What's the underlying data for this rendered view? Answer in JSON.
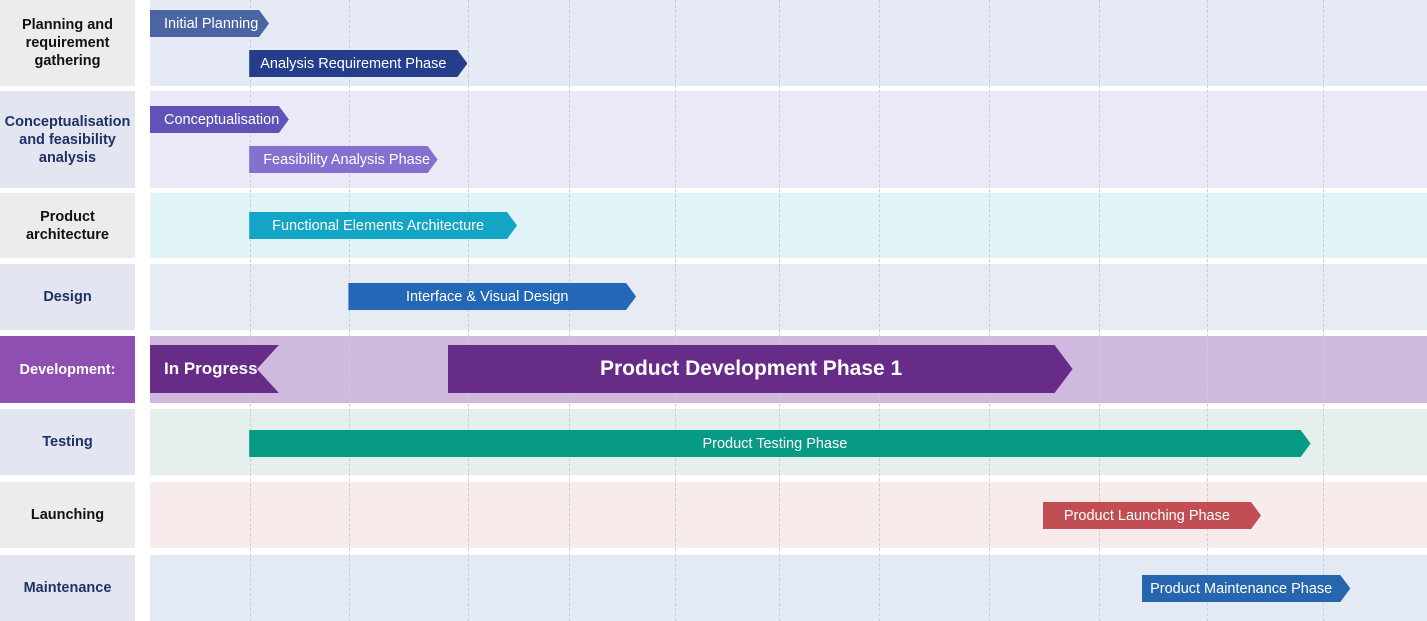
{
  "rows": [
    {
      "label": "Planning and requirement gathering",
      "label_bg": "#ececec",
      "label_color": "#111111",
      "lane_bg": "#e6eaf4"
    },
    {
      "label": "Conceptualisation and feasibility analysis",
      "label_bg": "#e3e6f1",
      "label_color": "#1f3166",
      "lane_bg": "#ebe9f7"
    },
    {
      "label": "Product architecture",
      "label_bg": "#ececec",
      "label_color": "#111111",
      "lane_bg": "#e1f4f7"
    },
    {
      "label": "Design",
      "label_bg": "#e3e6f1",
      "label_color": "#1f3166",
      "lane_bg": "#e7ebf3"
    },
    {
      "label": "Development:",
      "label_bg": "#8e4fb0",
      "label_color": "#ffffff",
      "lane_bg": "#d0b9de"
    },
    {
      "label": "Testing",
      "label_bg": "#e3e6f1",
      "label_color": "#1f3166",
      "lane_bg": "#e5efec"
    },
    {
      "label": "Launching",
      "label_bg": "#ececec",
      "label_color": "#111111",
      "lane_bg": "#f7eceb"
    },
    {
      "label": "Maintenance",
      "label_bg": "#e3e6f1",
      "label_color": "#1f3166",
      "lane_bg": "#e4eaf3"
    }
  ],
  "tasks": [
    {
      "name": "Initial Planning",
      "row": 0,
      "start": 0,
      "end": 1.2,
      "color": "#4b64a4"
    },
    {
      "name": "Analysis Requirement Phase",
      "row": 0,
      "start": 1,
      "end": 3.2,
      "color": "#253e8c"
    },
    {
      "name": "Conceptualisation",
      "row": 1,
      "start": 0,
      "end": 1.4,
      "color": "#5f52b8"
    },
    {
      "name": "Feasibility Analysis Phase",
      "row": 1,
      "start": 1,
      "end": 2.9,
      "color": "#8670cf"
    },
    {
      "name": "Functional Elements Architecture",
      "row": 2,
      "start": 1,
      "end": 3.7,
      "color": "#12a5c6"
    },
    {
      "name": "Interface & Visual Design",
      "row": 3,
      "start": 2,
      "end": 4.9,
      "color": "#2368b6"
    },
    {
      "name": "In Progress",
      "row": 4,
      "start": 0,
      "end": 1.3,
      "color": "#672c88",
      "shape": "notch"
    },
    {
      "name": "Product Development Phase 1",
      "row": 4,
      "start": 3,
      "end": 9.3,
      "color": "#672c88"
    },
    {
      "name": "Product Testing Phase",
      "row": 5,
      "start": 1,
      "end": 11.7,
      "color": "#079a84"
    },
    {
      "name": "Product Launching Phase",
      "row": 6,
      "start": 9,
      "end": 11.2,
      "color": "#c04e53"
    },
    {
      "name": "Product Maintenance Phase",
      "row": 7,
      "start": 10,
      "end": 12.1,
      "color": "#2566ae"
    }
  ]
}
